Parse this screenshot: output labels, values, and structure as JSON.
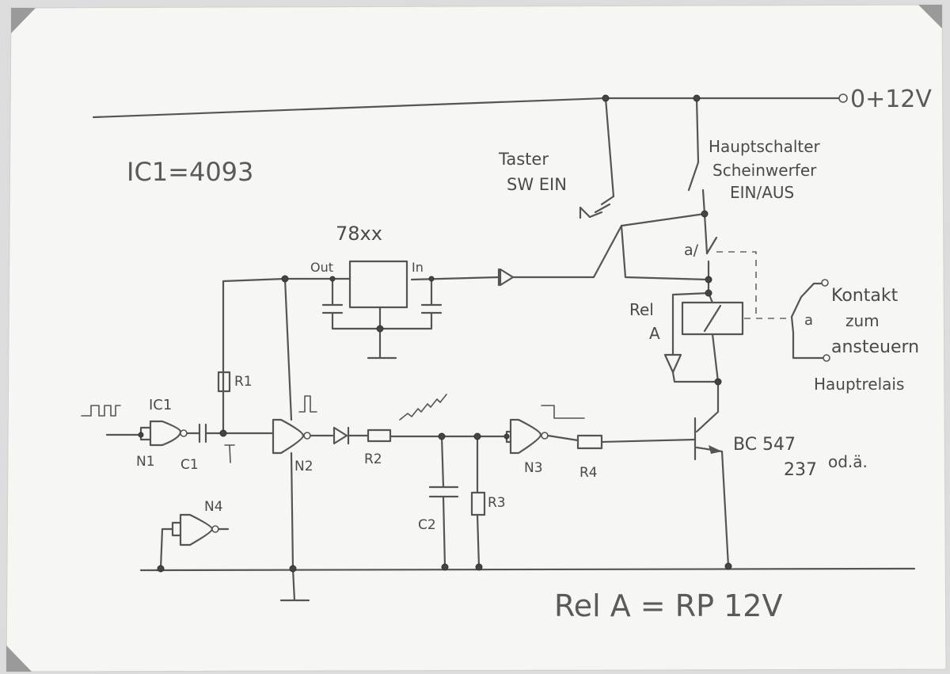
{
  "notes": {
    "ic": "IC1=4093",
    "relay_type": "Rel A = RP 12V"
  },
  "supply": {
    "vcc": "0+12V"
  },
  "labels": {
    "taster": "Taster",
    "sw_ein": "SW EIN",
    "haupt1": "Hauptschalter",
    "haupt2": "Scheinwerfer",
    "haupt3": "EIN/AUS",
    "regulator": "78xx",
    "reg_out": "Out",
    "reg_in": "In",
    "rel1": "Rel",
    "rel2": "A",
    "contact_a": "a",
    "relay_contact_a": "a/",
    "kontakt1": "Kontakt",
    "kontakt2": "zum",
    "kontakt3": "ansteuern",
    "kontakt4": "Hauptrelais",
    "transistor1": "BC 547",
    "transistor2": "237",
    "transistor3": "od.ä."
  },
  "parts": {
    "ic1": "IC1",
    "n1": "N1",
    "c1": "C1",
    "n2": "N2",
    "r1": "R1",
    "r2": "R2",
    "c2": "C2",
    "r3": "R3",
    "n3": "N3",
    "r4": "R4",
    "n4": "N4"
  }
}
